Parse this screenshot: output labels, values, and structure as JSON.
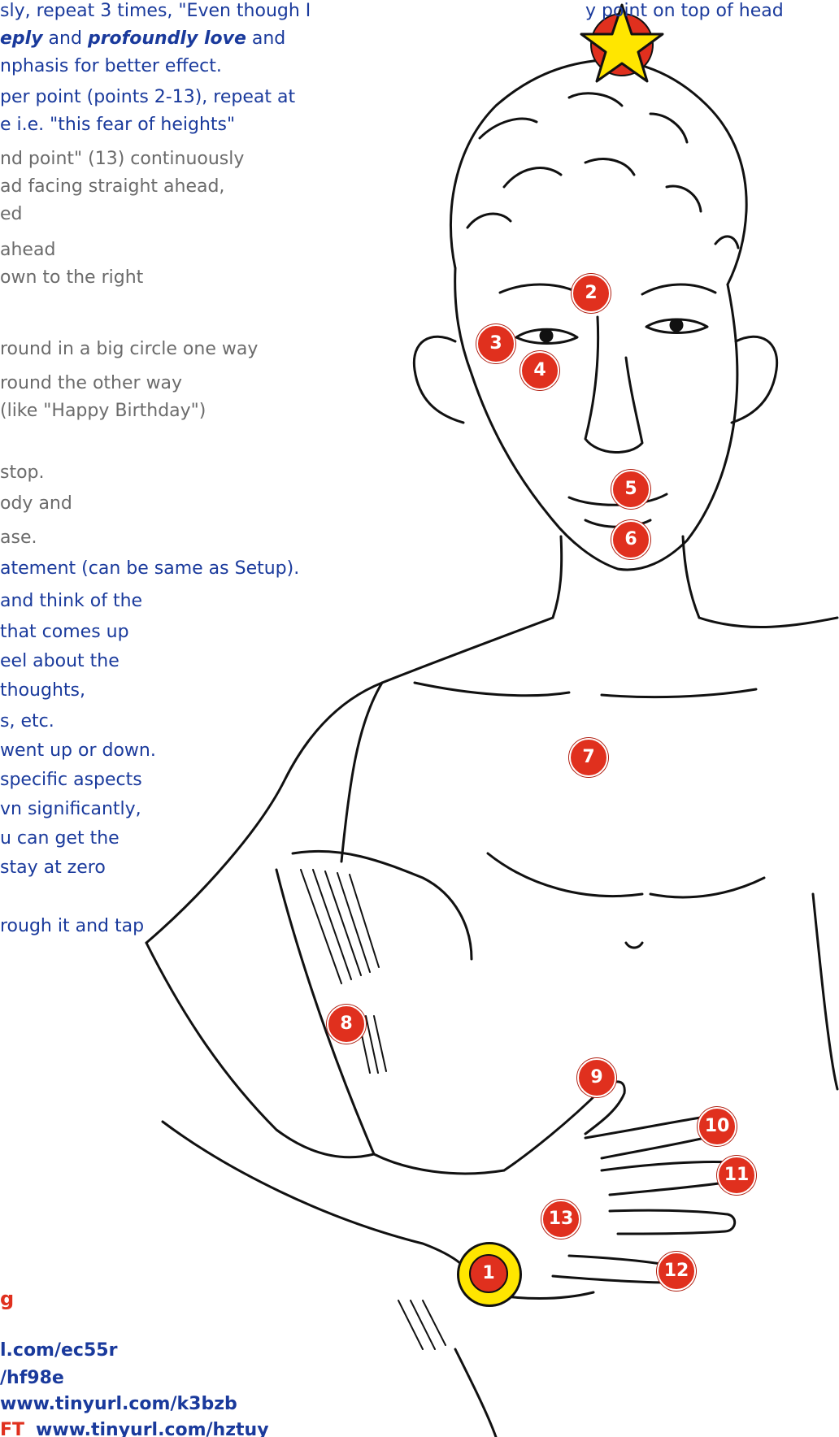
{
  "instructions": {
    "top_fragment": "y point on top of head",
    "line1_part1": "sly, repeat 3 times, \"Even though I",
    "line2_bi1": "eply",
    "line2_mid": " and ",
    "line2_bi2": "profoundly love",
    "line2_end": " and",
    "line3": "nphasis for better effect.",
    "line4": "per point (points 2-13), repeat at",
    "line5": "e i.e. \"this fear of heights\"",
    "gray_lines": [
      "nd point\" (13) continuously",
      "ad facing straight ahead,",
      "ed",
      "ahead",
      "own to the right",
      "round in a big circle one way",
      "round the other way",
      "(like \"Happy Birthday\")",
      "stop.",
      "ody and",
      "ase."
    ],
    "blue_lines": [
      "atement (can be same as Setup).",
      "and think of the",
      "that comes up",
      "eel about the",
      "thoughts,",
      "s, etc.",
      "went up or down.",
      "specific aspects",
      "vn significantly,",
      "u can get the",
      "stay at zero",
      "rough it and tap"
    ],
    "red_fragment": "g",
    "links": [
      "l.com/ec55r",
      "/hf98e",
      "www.tinyurl.com/k3bzb"
    ],
    "last_link_prefix": "FT",
    "last_link": "www.tinyurl.com/hztuy"
  },
  "points": [
    "1",
    "2",
    "3",
    "4",
    "5",
    "6",
    "7",
    "8",
    "9",
    "10",
    "11",
    "12",
    "13"
  ],
  "star_icon": "star-icon",
  "colors": {
    "point_red": "#e0301e",
    "link_blue": "#1a3a9c",
    "star_yellow": "#ffe600",
    "ring_yellow": "#ffe600"
  }
}
